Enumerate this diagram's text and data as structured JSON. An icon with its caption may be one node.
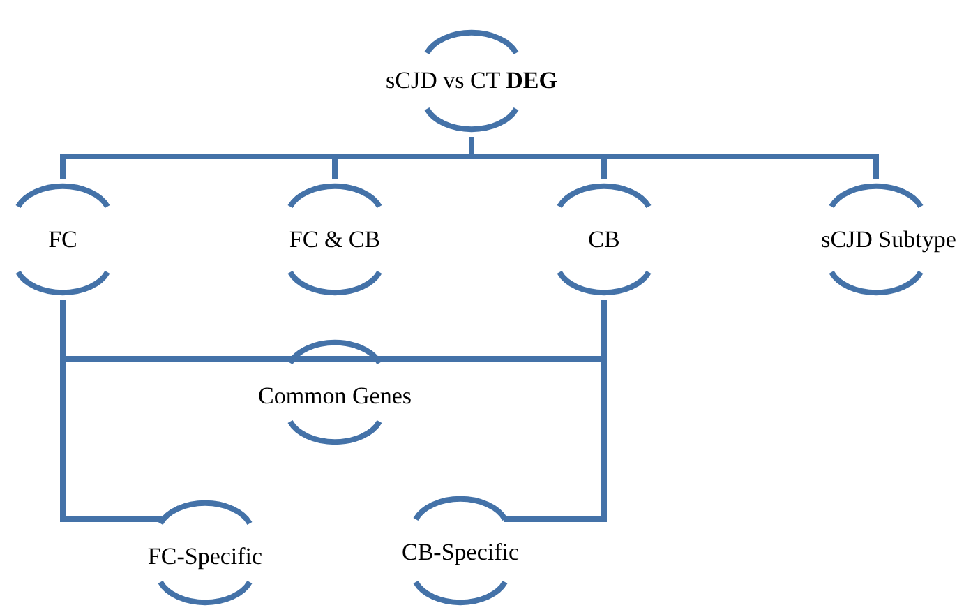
{
  "diagram": {
    "nodes": [
      {
        "text": [
          "sCJD vs CT **DEG**"
        ]
      },
      {
        "text": [
          "FC"
        ]
      },
      {
        "text": [
          "FC & CB"
        ]
      },
      {
        "text": [
          "CB"
        ]
      },
      {
        "text": [
          "sCJD Subtype"
        ]
      },
      {
        "text": [
          "Common Genes"
        ]
      },
      {
        "text": [
          "FC-Specific"
        ]
      },
      {
        "text": [
          "CB-Specific"
        ]
      }
    ],
    "edges": [
      {
        "from": 0,
        "to": 1,
        "arrow": "none"
      },
      {
        "from": 0,
        "to": 2,
        "arrow": "none"
      },
      {
        "from": 0,
        "to": 3,
        "arrow": "none"
      },
      {
        "from": 0,
        "to": 4,
        "arrow": "none"
      },
      {
        "from": 1,
        "to": 5,
        "arrow": "none"
      },
      {
        "from": 3,
        "to": 5,
        "arrow": "none"
      },
      {
        "from": 1,
        "to": 6,
        "arrow": "none"
      },
      {
        "from": 3,
        "to": 7,
        "arrow": "none"
      }
    ]
  }
}
